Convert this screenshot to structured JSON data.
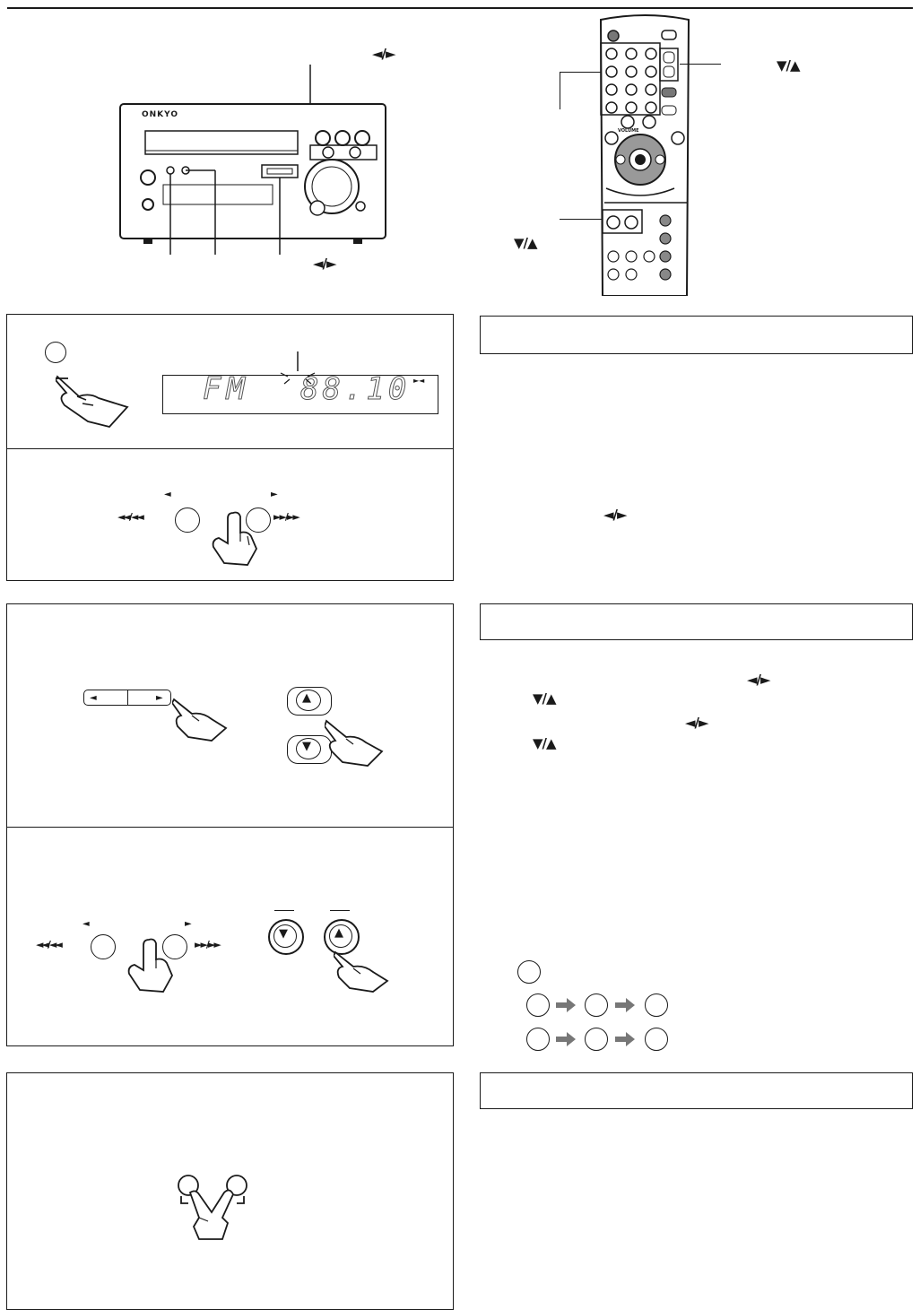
{
  "brand": {
    "name": "ONKYO"
  },
  "callouts": {
    "unit_top_arrows": "◄/►",
    "unit_bottom_arrows": "◄/►",
    "remote_right_arrows": "▼/▲",
    "remote_left_arrows": "▼/▲"
  },
  "unit_display": {
    "band": "FM",
    "frequency": "88.10",
    "indicator": "►◄"
  },
  "remote": {
    "volume_label": "VOLUME"
  },
  "buttons": {
    "rewind_symbol": "◄◄/◄◄",
    "forward_symbol": "►►/►►",
    "left_tri": "◄",
    "right_tri": "►",
    "up_tri": "▲",
    "down_tri": "▼"
  },
  "body_text": {
    "section1_arrows": "◄/►",
    "section2_line1_arrows": "◄/►",
    "section2_line2_arrows": "▼/▲",
    "section2_line3_arrows": "◄/►",
    "section2_line4_arrows": "▼/▲"
  },
  "colors": {
    "ink": "#1a1a1a",
    "grey_arrow": "#777777",
    "bg": "#ffffff"
  }
}
